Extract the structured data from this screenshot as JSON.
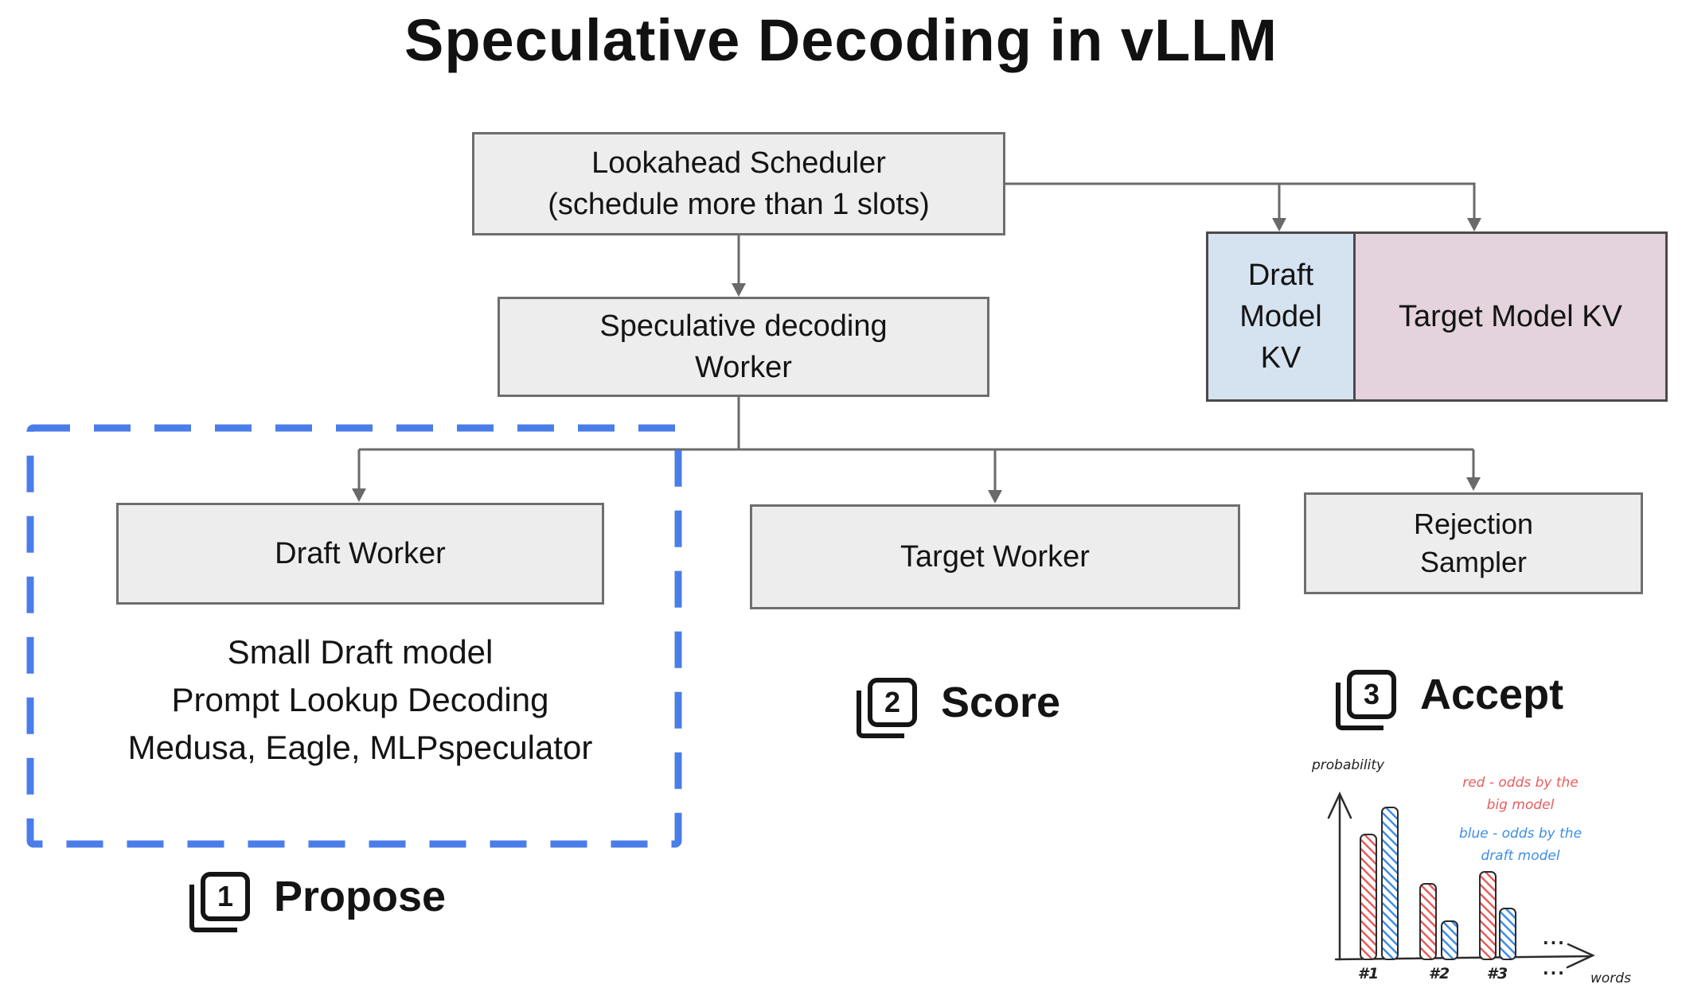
{
  "title": "Speculative Decoding in vLLM",
  "diagram": {
    "scheduler": {
      "line1": "Lookahead Scheduler",
      "line2": "(schedule more than 1 slots)"
    },
    "spec_worker": {
      "line1": "Speculative decoding",
      "line2": "Worker"
    },
    "draft_kv": {
      "label": "Draft Model KV"
    },
    "target_kv": {
      "label": "Target Model KV"
    },
    "draft_worker": {
      "label": "Draft Worker"
    },
    "draft_methods": {
      "line1": "Small Draft model",
      "line2": "Prompt Lookup Decoding",
      "line3": "Medusa, Eagle, MLPspeculator"
    },
    "target_worker": {
      "label": "Target Worker"
    },
    "rejection_sampler": {
      "line1": "Rejection",
      "line2": "Sampler"
    }
  },
  "steps": {
    "propose": {
      "number": "1",
      "label": "Propose"
    },
    "score": {
      "number": "2",
      "label": "Score"
    },
    "accept": {
      "number": "3",
      "label": "Accept"
    }
  },
  "chart_data": {
    "type": "bar",
    "title": "",
    "ylabel": "probability",
    "xlabel": "words",
    "categories": [
      "#1",
      "#2",
      "#3"
    ],
    "ellipsis": "...",
    "ylim": [
      0,
      1
    ],
    "grid": false,
    "legend_position": "top-right",
    "series": [
      {
        "name": "red",
        "legend_line1": "red - odds by the",
        "legend_line2": "big model",
        "color": "#e85d5c",
        "values": [
          0.77,
          0.47,
          0.54
        ]
      },
      {
        "name": "blue",
        "legend_line1": "blue - odds by the",
        "legend_line2": "draft model",
        "color": "#3d8ee8",
        "values": [
          0.93,
          0.24,
          0.32
        ]
      }
    ]
  },
  "colors": {
    "box_fill": "#ededed",
    "box_border": "#6e6e6e",
    "draft_kv_fill": "#d5e2f0",
    "target_kv_fill": "#e4d3dd",
    "dashed_border": "#4a7de8",
    "connector": "#6a6a6a",
    "text": "#141414"
  }
}
